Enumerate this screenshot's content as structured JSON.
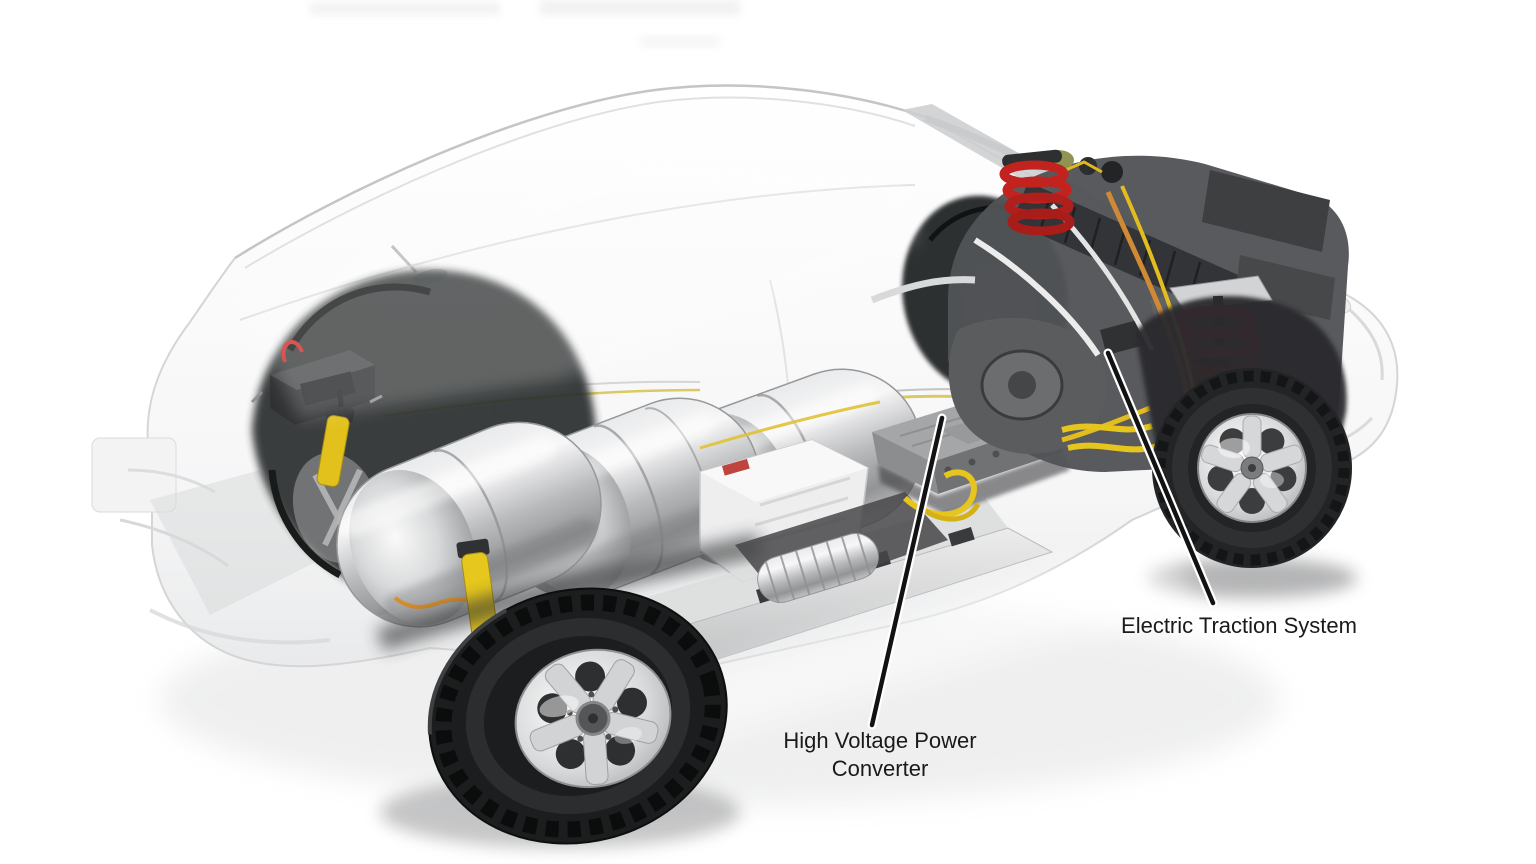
{
  "page": {
    "background": "#ffffff"
  },
  "diagram": {
    "kind": "fuel-cell-vehicle-cutaway",
    "labels": {
      "ets": {
        "text": "Electric Traction System"
      },
      "hvpc": {
        "line1": "High Voltage Power",
        "line2": "Converter"
      }
    },
    "colors": {
      "label_text": "#1a1a1a",
      "callout_line": "#121212",
      "spring_red": "#c6241f",
      "cable_yellow": "#e6c51d",
      "harness_orange": "#d08a36",
      "tank_silver": "#c6c7c9",
      "engine_gray": "#515356",
      "tire_black": "#1d1e1f",
      "body_white": "#ffffff"
    },
    "components": [
      "vehicle-body-shell",
      "hydrogen-storage-tanks",
      "fuel-cell-module",
      "high-voltage-power-converter",
      "electric-traction-system",
      "auxiliary-battery",
      "coil-springs",
      "alloy-wheels",
      "hv-cabling"
    ]
  }
}
